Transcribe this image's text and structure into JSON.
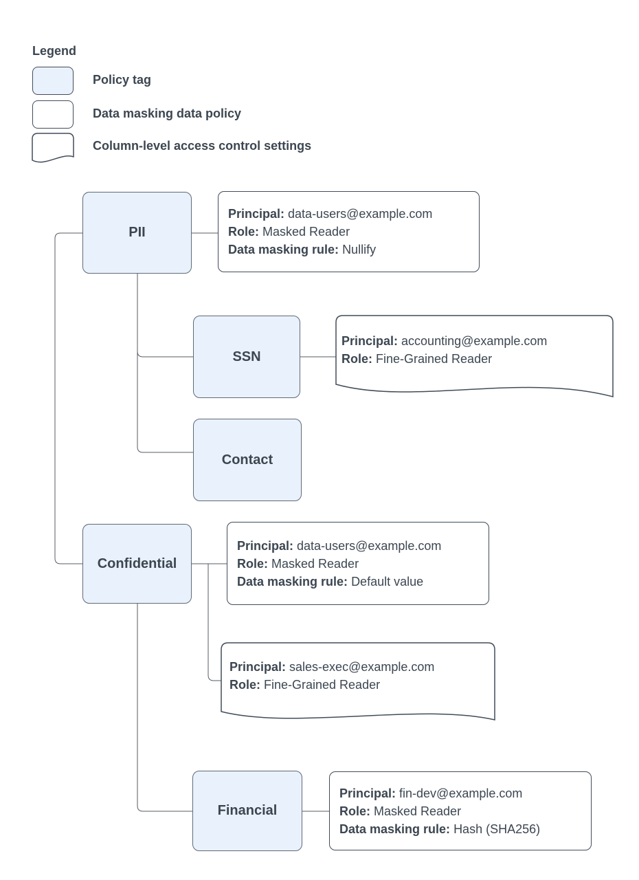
{
  "legend": {
    "title": "Legend",
    "items": [
      {
        "label": "Policy tag"
      },
      {
        "label": "Data masking data policy"
      },
      {
        "label": "Column-level access control settings"
      }
    ]
  },
  "labels": {
    "principal": "Principal:",
    "role": "Role:",
    "rule": "Data masking rule:"
  },
  "nodes": {
    "pii": "PII",
    "ssn": "SSN",
    "contact": "Contact",
    "confidential": "Confidential",
    "financial": "Financial"
  },
  "policies": {
    "pii_masking": {
      "principal": "data-users@example.com",
      "role": "Masked Reader",
      "rule": "Nullify"
    },
    "ssn_access": {
      "principal": "accounting@example.com",
      "role": "Fine-Grained Reader"
    },
    "confidential_masking": {
      "principal": "data-users@example.com",
      "role": "Masked Reader",
      "rule": "Default value"
    },
    "confidential_access": {
      "principal": "sales-exec@example.com",
      "role": "Fine-Grained Reader"
    },
    "financial_masking": {
      "principal": "fin-dev@example.com",
      "role": "Masked Reader",
      "rule": "Hash (SHA256)"
    }
  },
  "colors": {
    "policy_tag_fill": "#e9f1fc",
    "node_border": "#5f6a76",
    "box_border": "#414c58",
    "text": "#3c4651",
    "connector": "#545b63",
    "background": "#ffffff"
  }
}
